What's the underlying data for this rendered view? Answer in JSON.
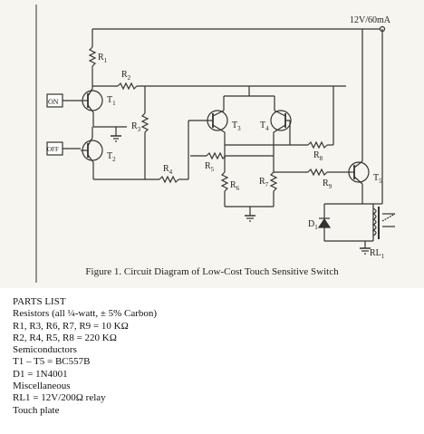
{
  "diagram": {
    "supply_label": "12V/60mA",
    "on_label": "ON",
    "off_label": "OFF",
    "caption": "Figure 1. Circuit Diagram of Low-Cost Touch Sensitive Switch",
    "components": {
      "R1": {
        "letter": "R",
        "sub": "1"
      },
      "R2": {
        "letter": "R",
        "sub": "2"
      },
      "R3": {
        "letter": "R",
        "sub": "3"
      },
      "R4": {
        "letter": "R",
        "sub": "4"
      },
      "R5": {
        "letter": "R",
        "sub": "5"
      },
      "R6": {
        "letter": "R",
        "sub": "6"
      },
      "R7": {
        "letter": "R",
        "sub": "7"
      },
      "R8": {
        "letter": "R",
        "sub": "8"
      },
      "R9": {
        "letter": "R",
        "sub": "9"
      },
      "T1": {
        "letter": "T",
        "sub": "1"
      },
      "T2": {
        "letter": "T",
        "sub": "2"
      },
      "T3": {
        "letter": "T",
        "sub": "3"
      },
      "T4": {
        "letter": "T",
        "sub": "4"
      },
      "T5": {
        "letter": "T",
        "sub": "5"
      },
      "D1": {
        "letter": "D",
        "sub": "1"
      },
      "RL1": {
        "letter": "RL",
        "sub": "1"
      }
    }
  },
  "parts_list": {
    "heading": "PARTS LIST",
    "lines": [
      "Resistors (all ¼-watt, ± 5% Carbon)",
      "R1, R3, R6, R7, R9 = 10 KΩ",
      "R2, R4, R5, R8 = 220 KΩ",
      "Semiconductors",
      "T1 – T5 = BC557B",
      "D1 = 1N4001",
      "Miscellaneous",
      "RL1 = 12V/200Ω relay",
      "Touch plate"
    ]
  }
}
